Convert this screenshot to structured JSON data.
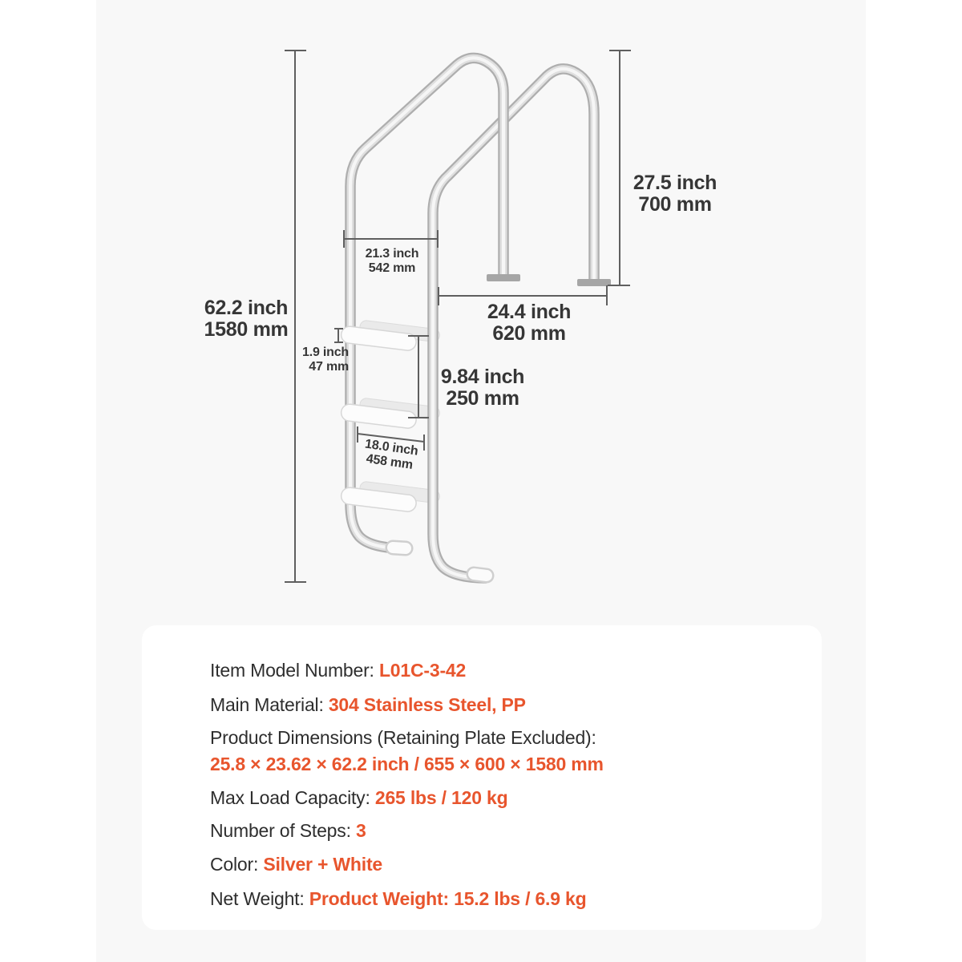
{
  "page": {
    "background": "#ffffff",
    "stage_background": "#f8f8f8",
    "accent_color": "#e8552d",
    "text_color": "#2e2e2e",
    "pipe_color": "#c9c9c9"
  },
  "diagram": {
    "labels": {
      "overall_height": {
        "inch": "62.2 inch",
        "mm": "1580 mm"
      },
      "handrail_height": {
        "inch": "27.5 inch",
        "mm": "700 mm"
      },
      "top_rail_span": {
        "inch": "21.3 inch",
        "mm": "542 mm"
      },
      "base_span": {
        "inch": "24.4 inch",
        "mm": "620 mm"
      },
      "step_thickness": {
        "inch": "1.9 inch",
        "mm": "47 mm"
      },
      "step_spacing": {
        "inch": "9.84 inch",
        "mm": "250 mm"
      },
      "step_width": {
        "inch": "18.0 inch",
        "mm": "458 mm"
      }
    },
    "step_count": 3
  },
  "specs": {
    "rows": [
      {
        "label": "Item Model Number: ",
        "value": "L01C-3-42"
      },
      {
        "label": "Main Material: ",
        "value": "304 Stainless Steel, PP"
      },
      {
        "label": "Product Dimensions (Retaining Plate Excluded):",
        "value": ""
      },
      {
        "label": "",
        "value": "25.8 × 23.62 × 62.2 inch / 655 × 600 × 1580 mm"
      },
      {
        "label": "Max Load Capacity: ",
        "value": "265 lbs / 120 kg"
      },
      {
        "label": "Number of Steps: ",
        "value": "3"
      },
      {
        "label": "Color: ",
        "value": "Silver + White"
      },
      {
        "label": "Net Weight: ",
        "value": "Product Weight: 15.2 lbs / 6.9 kg"
      }
    ]
  }
}
